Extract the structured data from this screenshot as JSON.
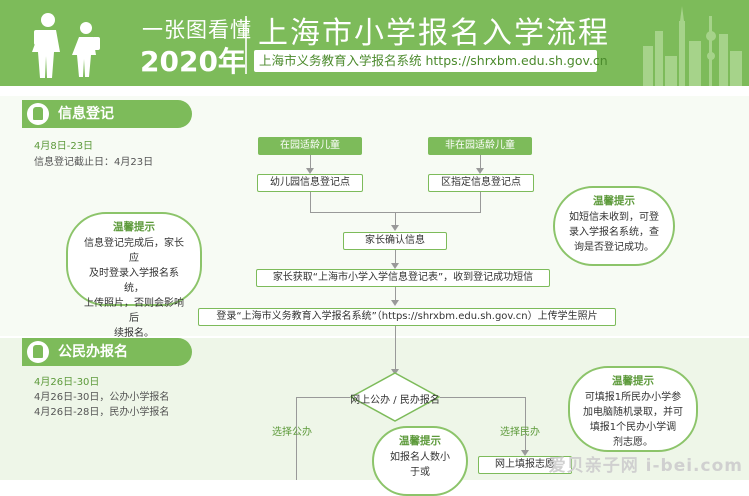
{
  "header": {
    "subtitle": "一张图看懂",
    "year": "2020年",
    "title": "上海市小学报名入学流程",
    "url_text": "上海市义务教育入学报名系统 https://shrxbm.edu.sh.gov.cn"
  },
  "section1": {
    "title": "信息登记",
    "date_range": "4月8日-23日",
    "deadline": "信息登记截止日：4月23日"
  },
  "section2": {
    "title": "公民办报名",
    "date_range": "4月26日-30日",
    "public_dates": "4月26日-30日，公办小学报名",
    "private_dates": "4月26日-28日，民办小学报名"
  },
  "flow": {
    "in_park": "在园适龄儿童",
    "not_in_park": "非在园适龄儿童",
    "kindergarten_register": "幼儿园信息登记点",
    "district_register": "区指定信息登记点",
    "parent_confirm": "家长确认信息",
    "parent_get": "家长获取“上海市小学入学信息登记表”，收到登记成功短信",
    "login_upload": "登录“上海市义务教育入学报名系统”（https://shrxbm.edu.sh.gov.cn）上传学生照片",
    "online_choice": "网上公办 / 民办报名",
    "choose_public": "选择公办",
    "choose_private": "选择民办",
    "online_fill": "网上填报志愿"
  },
  "tips": {
    "title": "温馨提示",
    "tip1": [
      "信息登记完成后，家长应",
      "及时登录入学报名系统，",
      "上传照片，否则会影响后",
      "续报名。"
    ],
    "tip2": [
      "如短信未收到，可登",
      "录入学报名系统，查",
      "询是否登记成功。"
    ],
    "tip3": [
      "可填报1所民办小学参",
      "加电脑随机录取，并可",
      "填报1个民办小学调",
      "剂志愿。"
    ],
    "tip4": [
      "如报名人数小于或"
    ]
  },
  "watermark": "爱贝亲子网 i-bei.com",
  "colors": {
    "accent": "#7dbb5a",
    "band": "#eef6e8",
    "text_green": "#5d9a3b"
  }
}
